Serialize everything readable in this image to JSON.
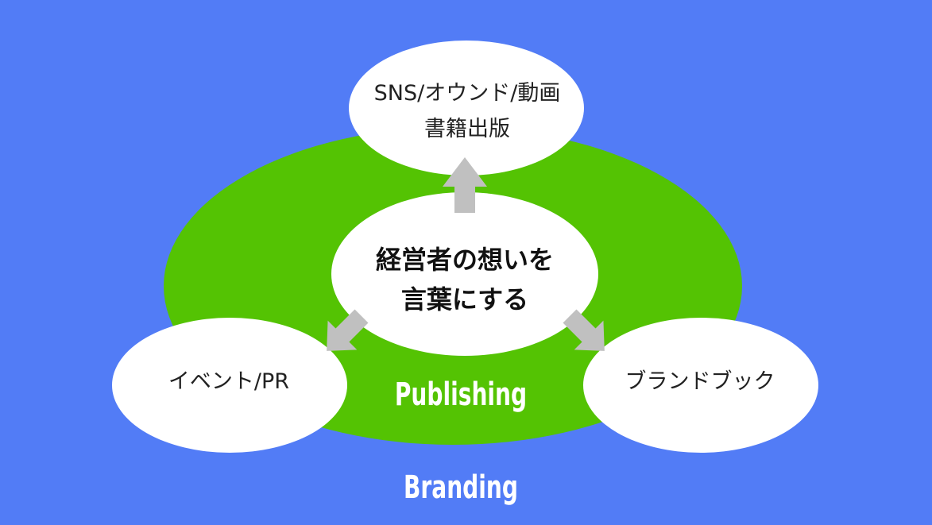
{
  "diagram": {
    "outer_label": "Branding",
    "middle_label": "Publishing",
    "center": {
      "line1": "経営者の想いを",
      "line2": "言葉にする"
    },
    "top_node": {
      "line1": "SNS/オウンド/動画",
      "line2": "書籍出版"
    },
    "left_node": {
      "label": "イベント/PR"
    },
    "right_node": {
      "label": "ブランドブック"
    }
  },
  "colors": {
    "background": "#527cf6",
    "publishing_area": "#54c303",
    "node_fill": "#ffffff",
    "arrow": "#c0c0c0",
    "text": "#222222"
  }
}
